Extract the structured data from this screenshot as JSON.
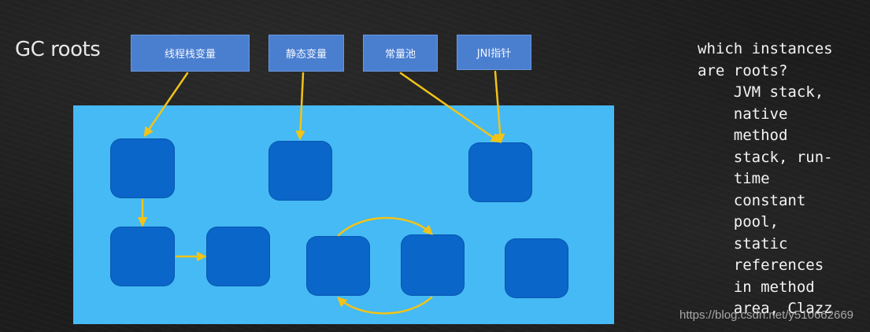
{
  "title": "GC roots",
  "roots": [
    {
      "label": "线程栈变量"
    },
    {
      "label": "静态变量"
    },
    {
      "label": "常量池"
    },
    {
      "label": "JNI指针"
    }
  ],
  "notes": {
    "lines": [
      "which instances",
      "are roots?",
      "    JVM stack,",
      "    native",
      "    method",
      "    stack, run-",
      "    time",
      "    constant",
      "    pool,",
      "    static",
      "    references",
      "    in method",
      "    area, Clazz"
    ]
  },
  "watermark": "https://blog.csdn.net/y510662669",
  "colors": {
    "background": "#1c1c1c",
    "heap": "#45baf4",
    "object": "#0a66c8",
    "root_box": "#4a7fd0",
    "arrow": "#f2c318"
  }
}
